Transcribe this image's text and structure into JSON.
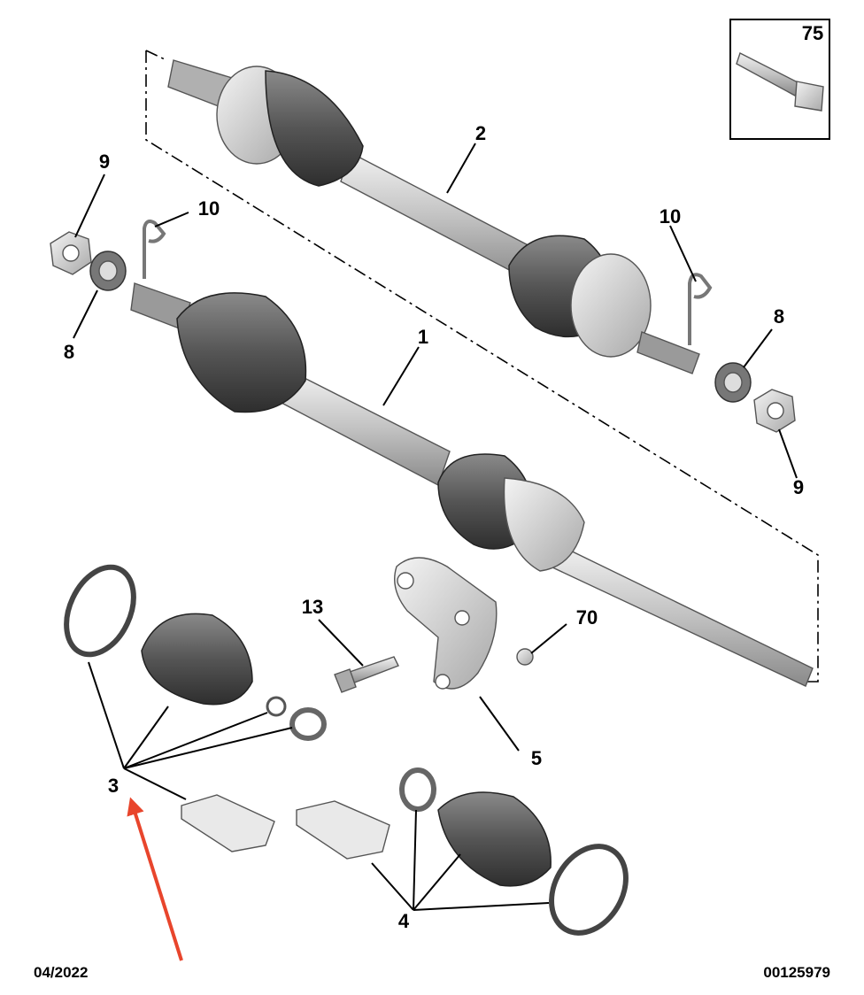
{
  "callouts": {
    "c1": "1",
    "c2": "2",
    "c3": "3",
    "c4": "4",
    "c5": "5",
    "c8a": "8",
    "c8b": "8",
    "c9a": "9",
    "c9b": "9",
    "c10a": "10",
    "c10b": "10",
    "c13": "13",
    "c70": "70",
    "c75": "75"
  },
  "footer": {
    "date": "04/2022",
    "ref": "00125979"
  },
  "colors": {
    "boot": "#5c5c5c",
    "shaft": "#bdbdbd",
    "metal": "#d6d6d6",
    "arrow": "#e8452c"
  }
}
